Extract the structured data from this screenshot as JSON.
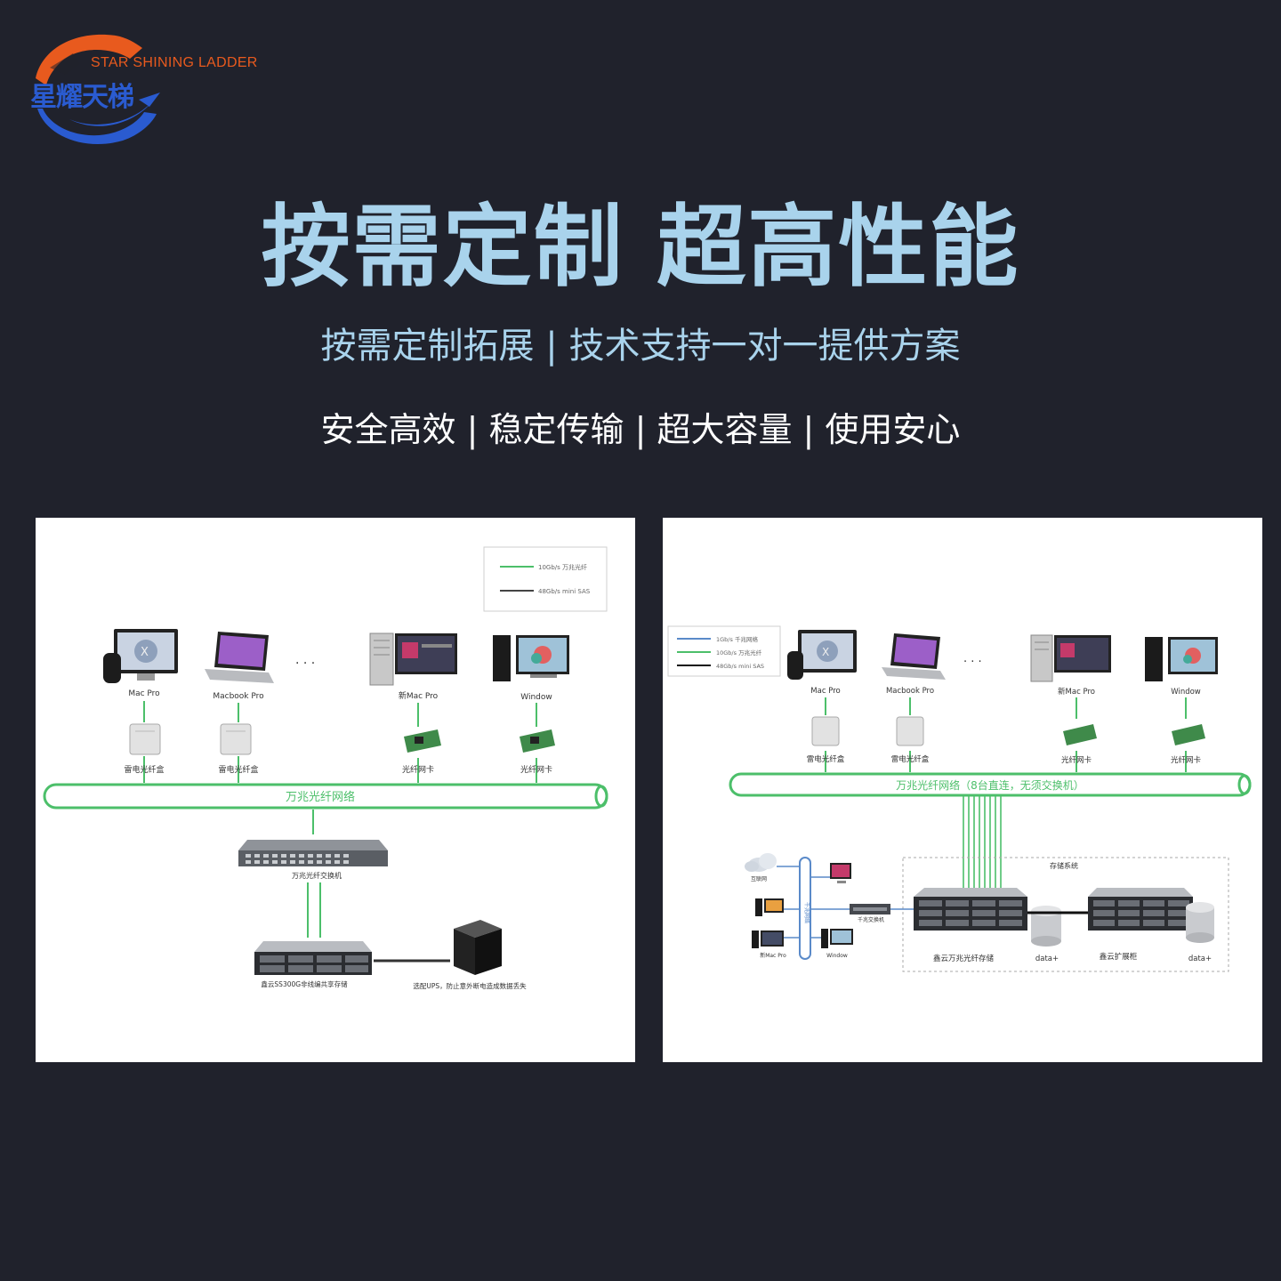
{
  "logo": {
    "english": "STAR SHINING LADDER",
    "chinese": "星耀天梯",
    "colors": {
      "orange": "#e85a1e",
      "blue": "#2a5bd0"
    }
  },
  "headline": "按需定制 超高性能",
  "subline": "按需定制拓展 | 技术支持一对一提供方案",
  "features": "安全高效 | 稳定传输 | 超大容量 | 使用安心",
  "colors": {
    "background": "#20222c",
    "accent": "#a9d3ec",
    "network_green": "#4cbf6a"
  },
  "left_diagram": {
    "legend": [
      "10Gb/s 万兆光纤",
      "48Gb/s mini SAS"
    ],
    "clients": [
      "Mac Pro",
      "Macbook Pro",
      "新Mac Pro",
      "Window"
    ],
    "ellipsis": "· · ·",
    "adapters": [
      "雷电光纤盒",
      "雷电光纤盒",
      "光纤网卡",
      "光纤网卡"
    ],
    "network": "万兆光纤网络",
    "switch": "万兆光纤交换机",
    "storage": "鑫云SS300G非线编共享存储",
    "ups": "选配UPS，防止意外断电造成数据丢失"
  },
  "right_diagram": {
    "legend": [
      "1Gb/s 千兆网络",
      "10Gb/s 万兆光纤",
      "48Gb/s mini SAS"
    ],
    "clients": [
      "Mac Pro",
      "Macbook Pro",
      "新Mac Pro",
      "Window"
    ],
    "ellipsis": "· · ·",
    "adapters": [
      "雷电光纤盒",
      "雷电光纤盒",
      "光纤网卡",
      "光纤网卡"
    ],
    "network": "万兆光纤网络（8台直连，无须交换机）",
    "storage_system": "存储系统",
    "storage": "鑫云万兆光纤存储",
    "expansion": "鑫云扩展柜",
    "data_label": "data+",
    "internet": "互联网",
    "gigabit_network": "千兆网络",
    "gigabit_switch": "千兆交换机",
    "small_clients": [
      "新Mac Pro",
      "Window"
    ]
  }
}
